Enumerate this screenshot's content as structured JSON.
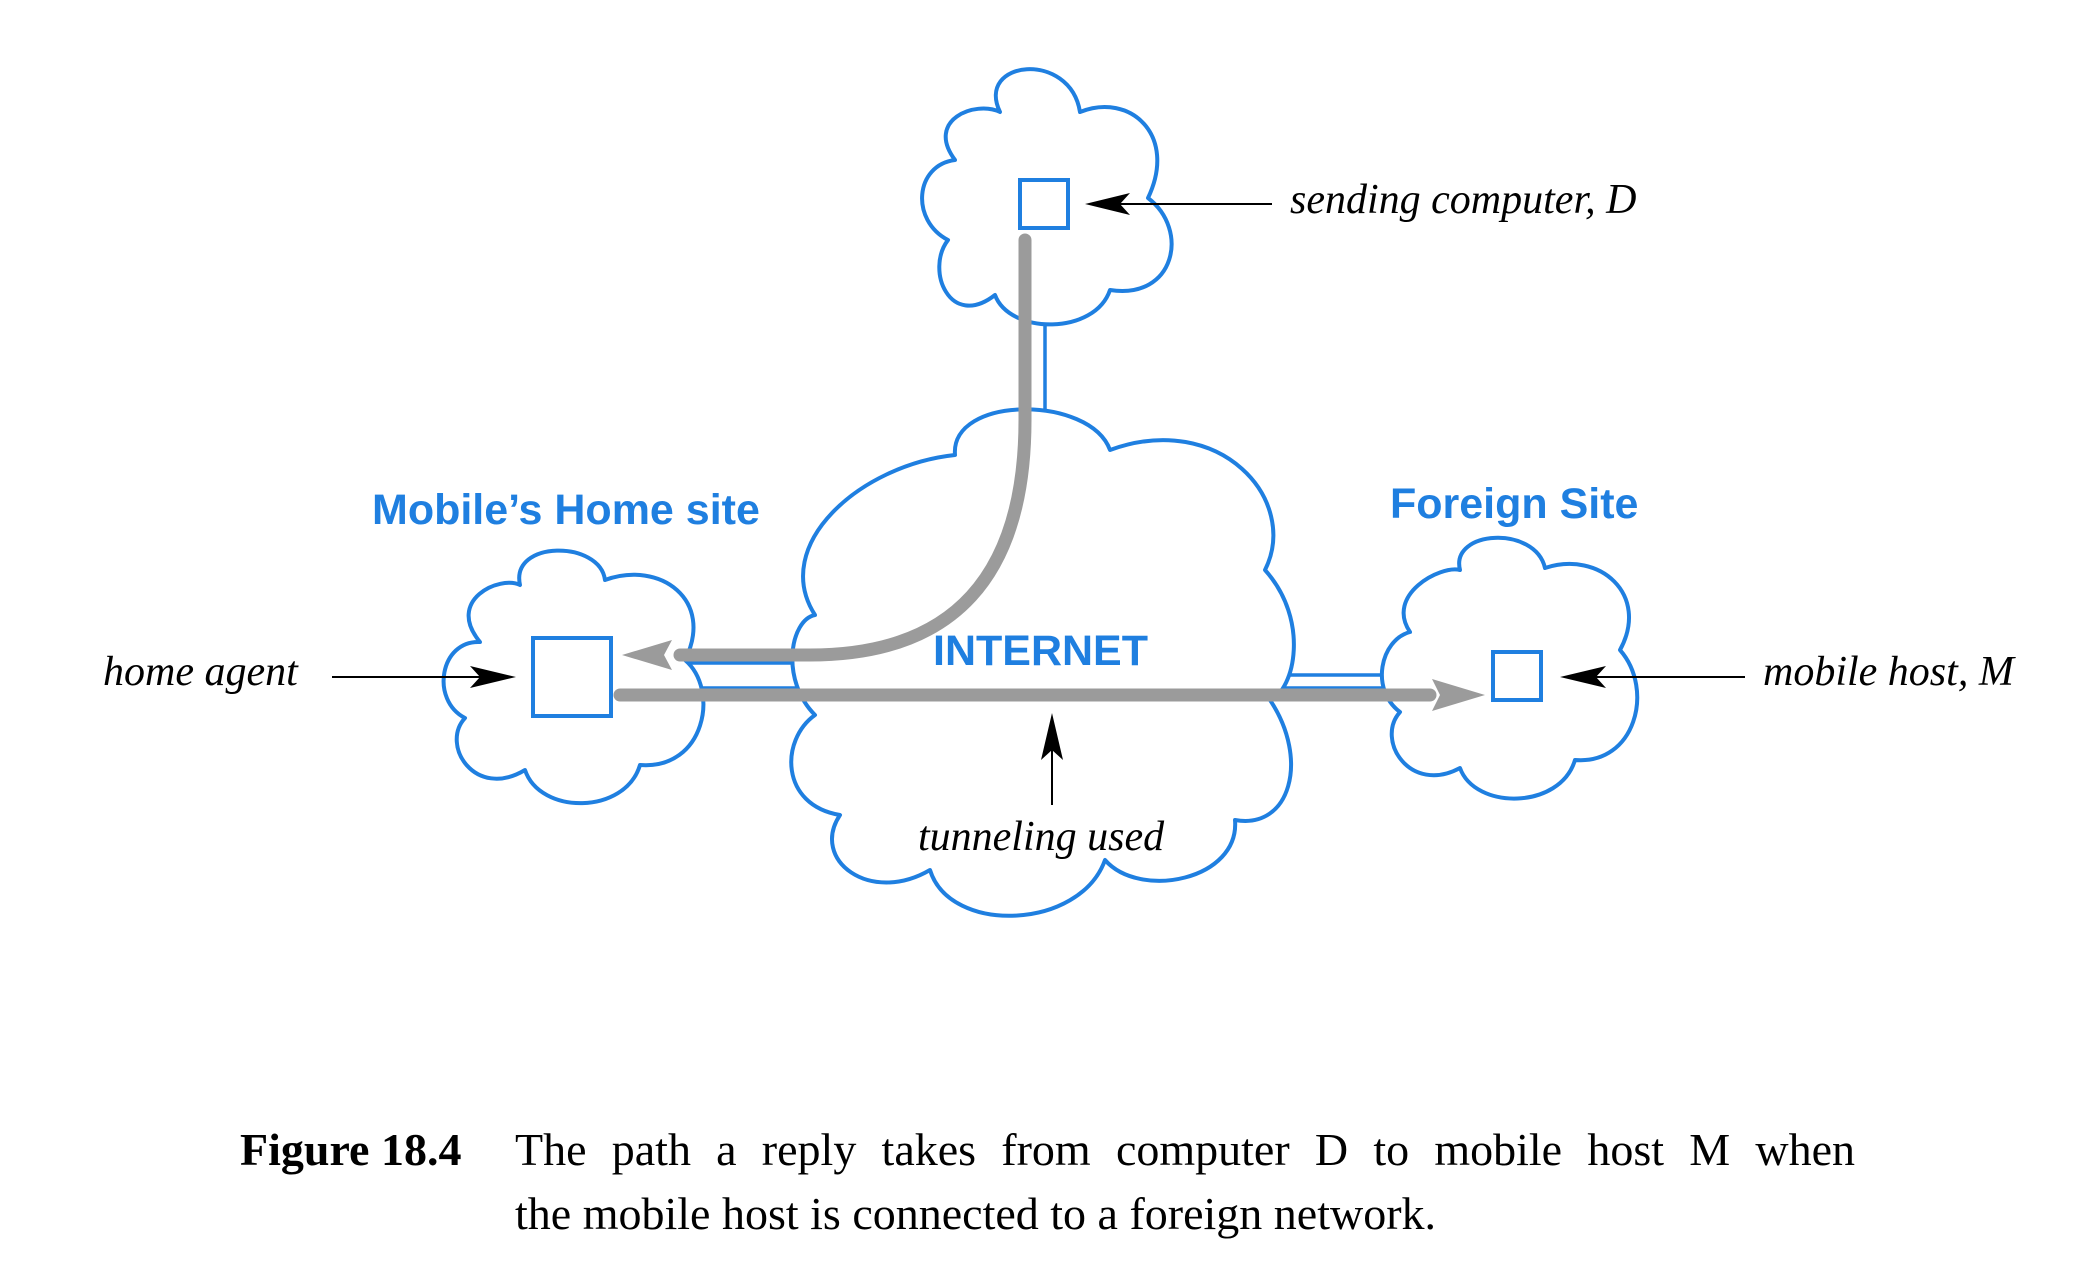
{
  "labels": {
    "home_site": "Mobile’s Home site",
    "foreign_site": "Foreign Site",
    "internet": "INTERNET",
    "sending_computer": "sending computer, D",
    "home_agent": "home agent",
    "mobile_host": "mobile host, M",
    "tunneling": "tunneling used"
  },
  "caption": {
    "number": "Figure 18.4",
    "line1": "The path a reply takes from computer D to mobile host M when",
    "line2": "the mobile host is connected to a foreign network."
  },
  "colors": {
    "network": "#1f7fe0",
    "path": "#9b9b9b",
    "text": "#000000"
  }
}
